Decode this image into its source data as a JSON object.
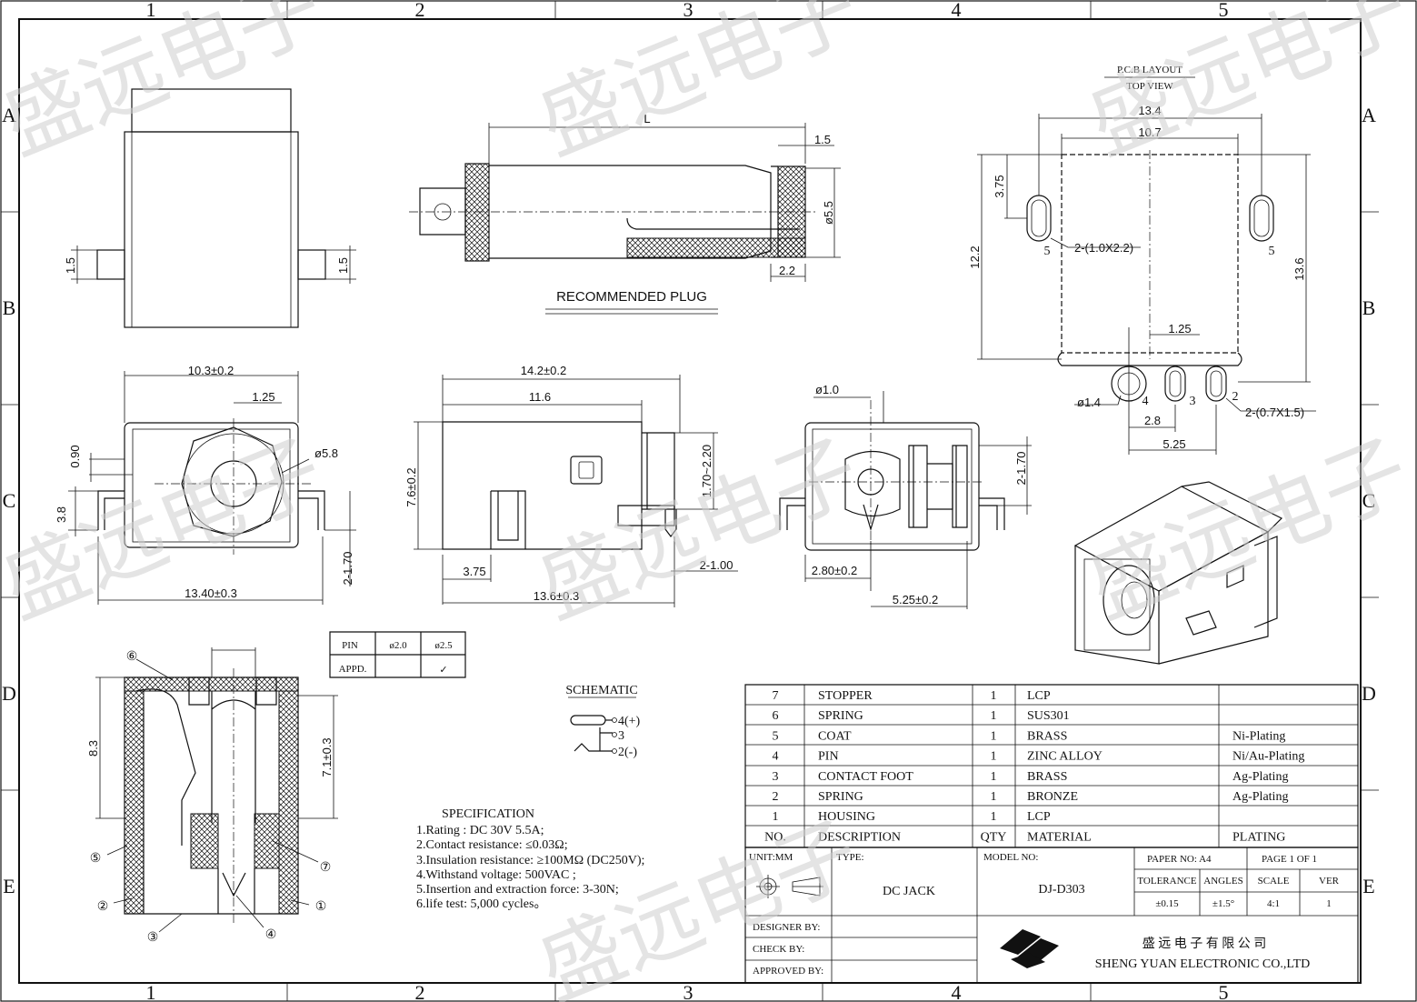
{
  "zones": {
    "cols": [
      "1",
      "2",
      "3",
      "4",
      "5"
    ],
    "rows": [
      "A",
      "B",
      "C",
      "D",
      "E"
    ]
  },
  "watermark": "盛远电子",
  "plug": {
    "title": "RECOMMENDED   PLUG",
    "dim_L": "L",
    "dim_1_5": "1.5",
    "dim_d5_5": "ø5.5",
    "dim_2_2": "2.2"
  },
  "pcb": {
    "title1": "P.C.B LAYOUT",
    "title2": "TOP VIEW",
    "d13_4": "13.4",
    "d10_7": "10.7",
    "d3_75": "3.75",
    "d12_2": "12.2",
    "d13_6": "13.6",
    "d1_25": "1.25",
    "d2_8": "2.8",
    "d5_25": "5.25",
    "slot_big": "2-(1.0X2.2)",
    "slot_small": "2-(0.7X1.5)",
    "hole": "ø1.4",
    "p5a": "5",
    "p5b": "5",
    "p4": "4",
    "p3": "3",
    "p2": "2"
  },
  "front": {
    "d10_3": "10.3±0.2",
    "d1_25": "1.25",
    "d0_90": "0.90",
    "d5_8": "ø5.8",
    "d3_8": "3.8",
    "d13_40": "13.40±0.3",
    "d2_1_70": "2-1.70"
  },
  "side": {
    "d14_2": "14.2±0.2",
    "d11_6": "11.6",
    "d7_6": "7.6±0.2",
    "d1_70_2_20": "1.70~2.20",
    "d3_75": "3.75",
    "d13_6": "13.6±0.3",
    "d2_1_00": "2-1.00"
  },
  "rear": {
    "d1_0": "ø1.0",
    "d2_1_70": "2-1.70",
    "d2_80": "2.80±0.2",
    "d5_25": "5.25±0.2"
  },
  "top": {
    "d1_5a": "1.5",
    "d1_5b": "1.5"
  },
  "section": {
    "d8_3": "8.3",
    "d7_1": "7.1±0.3",
    "b1": "①",
    "b2": "②",
    "b3": "③",
    "b4": "④",
    "b5": "⑤",
    "b6": "⑥",
    "b7": "⑦"
  },
  "pin_table": {
    "h": [
      "PIN",
      "ø2.0",
      "ø2.5"
    ],
    "r": [
      "APPD.",
      "",
      "✓"
    ]
  },
  "schematic": {
    "title": "SCHEMATIC",
    "p4": "4(+)",
    "p3": "3",
    "p2": "2(-)"
  },
  "spec": {
    "title": "SPECIFICATION",
    "lines": [
      "1.Rating : DC 30V 5.5A;",
      "2.Contact resistance: ≤0.03Ω;",
      "3.Insulation resistance: ≥100MΩ  (DC250V);",
      "4.Withstand voltage: 500VAC ;",
      "5.Insertion and extraction force: 3-30N;",
      "6.life test: 5,000 cycles。"
    ]
  },
  "bom": [
    [
      "7",
      "STOPPER",
      "1",
      "LCP",
      ""
    ],
    [
      "6",
      "SPRING",
      "1",
      "SUS301",
      ""
    ],
    [
      "5",
      "COAT",
      "1",
      "BRASS",
      "Ni-Plating"
    ],
    [
      "4",
      "PIN",
      "1",
      "ZINC ALLOY",
      "Ni/Au-Plating"
    ],
    [
      "3",
      "CONTACT FOOT",
      "1",
      "BRASS",
      "Ag-Plating"
    ],
    [
      "2",
      "SPRING",
      "1",
      "BRONZE",
      "Ag-Plating"
    ],
    [
      "1",
      "HOUSING",
      "1",
      "LCP",
      ""
    ],
    [
      "NO.",
      "DESCRIPTION",
      "QTY",
      "MATERIAL",
      "PLATING"
    ]
  ],
  "title_block": {
    "unit": "UNIT:MM",
    "type_lbl": "TYPE:",
    "type": "DC  JACK",
    "model_lbl": "MODEL NO:",
    "model": "DJ-D303",
    "paper": "PAPER NO: A4",
    "page": "PAGE 1 OF 1",
    "tol_h": "TOLERANCE",
    "ang_h": "ANGLES",
    "scale_h": "SCALE",
    "ver_h": "VER",
    "tol": "±0.15",
    "ang": "±1.5°",
    "scale": "4:1",
    "ver": "1",
    "designer": "DESIGNER BY:",
    "check": "CHECK    BY:",
    "approved": "APPROVED BY:",
    "company_cn": "盛 远 电 子 有 限 公 司",
    "company_en": "SHENG YUAN ELECTRONIC CO.,LTD"
  }
}
